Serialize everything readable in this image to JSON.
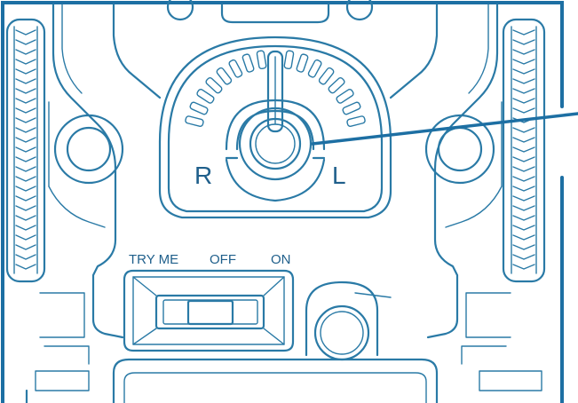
{
  "dial": {
    "left_label": "R",
    "right_label": "L"
  },
  "switch": {
    "positions": [
      "TRY ME",
      "OFF",
      "ON"
    ]
  },
  "colors": {
    "line": "#2a7aa6",
    "text": "#1f5f8b",
    "background": "#ffffff"
  }
}
